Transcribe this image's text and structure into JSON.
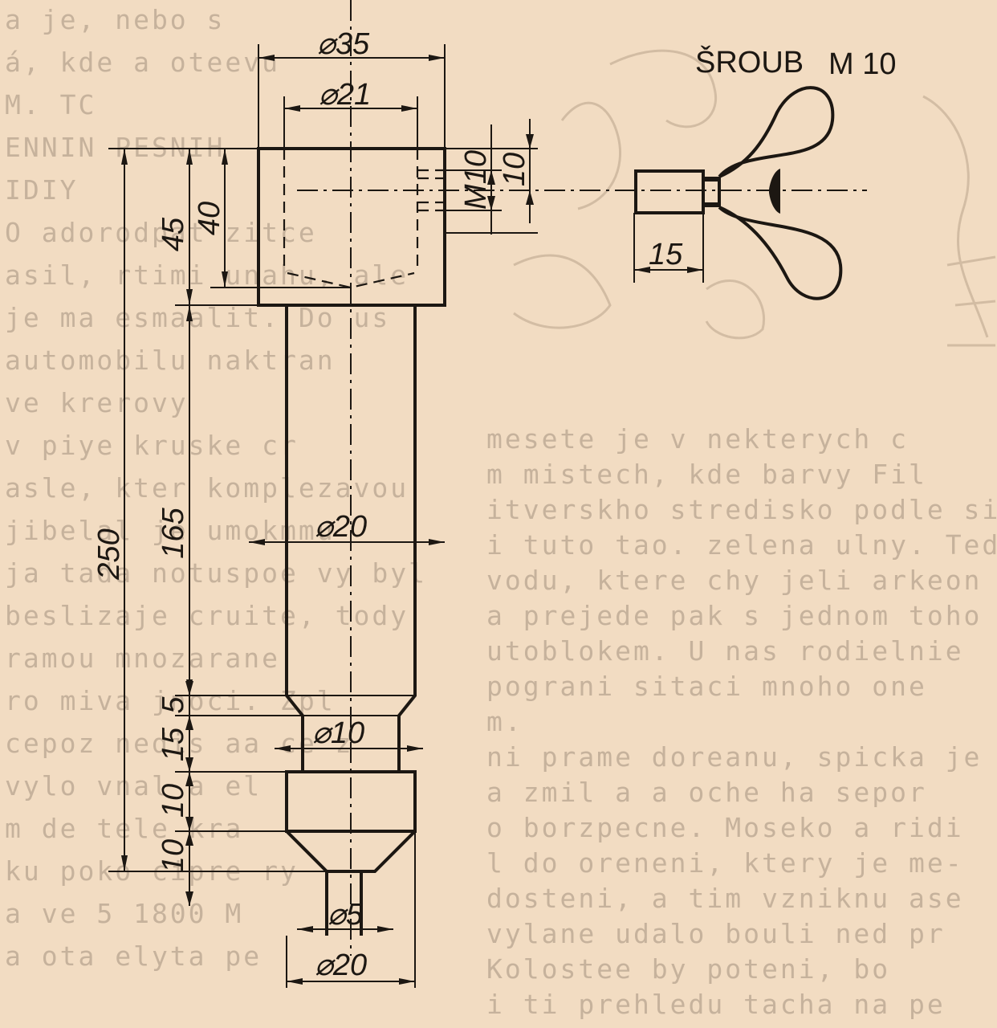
{
  "drawing": {
    "screw_title": "ŠROUB",
    "screw_thread": "M 10",
    "dim_outer_diameter": "⌀35",
    "dim_bore_diameter": "⌀21",
    "dim_thread_label": "M10",
    "dim_thread_depth": "10",
    "dim_screw_length": "15",
    "dim_total_length": "250",
    "dim_head_height": "45",
    "dim_bore_depth": "40",
    "dim_shank_length": "165",
    "dim_chamfer": "5",
    "dim_neck_length": "15",
    "dim_collar_length": "10",
    "dim_cone_length": "10",
    "dim_shank_diameter": "⌀20",
    "dim_neck_diameter": "⌀10",
    "dim_tip_diameter": "⌀5",
    "dim_collar_diameter": "⌀20"
  },
  "background_text": {
    "left_lines": [
      "a je, nebo s",
      "á, kde a oteevu",
      "M. TC",
      "ENNIN PESNIH",
      "IDIY",
      "O adorodpat zitce",
      "asil, rtimi unahu, ale",
      "je ma esmaalit. Do us",
      "automobilu naktran",
      "ve krerovy",
      "v piye kruske cr",
      "asle, kter komplezavou",
      "jibelal je umokmmu",
      "ja tada notuspoe vy byl",
      "beslizaje cruite, tody",
      "ramou mnozarane",
      "ro miva jnoci. Zpl",
      "cepoz nedis aa ce z",
      "vylo vnal a el",
      "m de tele kra",
      "ku poko cipre ry",
      "a ve 5 1800 M",
      "a ota elyta pe"
    ],
    "right_lines": [
      "mesete je v nekterych c",
      "m mistech, kde barvy Fil",
      "itverskho stredisko podle si",
      "i tuto tao. zelena ulny. Tedy",
      "vodu, ktere chy jeli arkeon ne",
      "a prejede pak s jednom toho",
      "utoblokem. U nas rodielnie",
      "pograni sitaci mnoho one",
      "m.",
      "ni prame doreanu, spicka je",
      "a zmil a a oche ha sepor",
      "o borzpecne. Moseko a ridi",
      "l do oreneni, ktery je me-",
      "dosteni, a tim vzniknu ase",
      "vylane udalo bouli ned pr",
      "Kolostee by poteni, bo",
      "i ti prehledu tacha na pe"
    ]
  }
}
